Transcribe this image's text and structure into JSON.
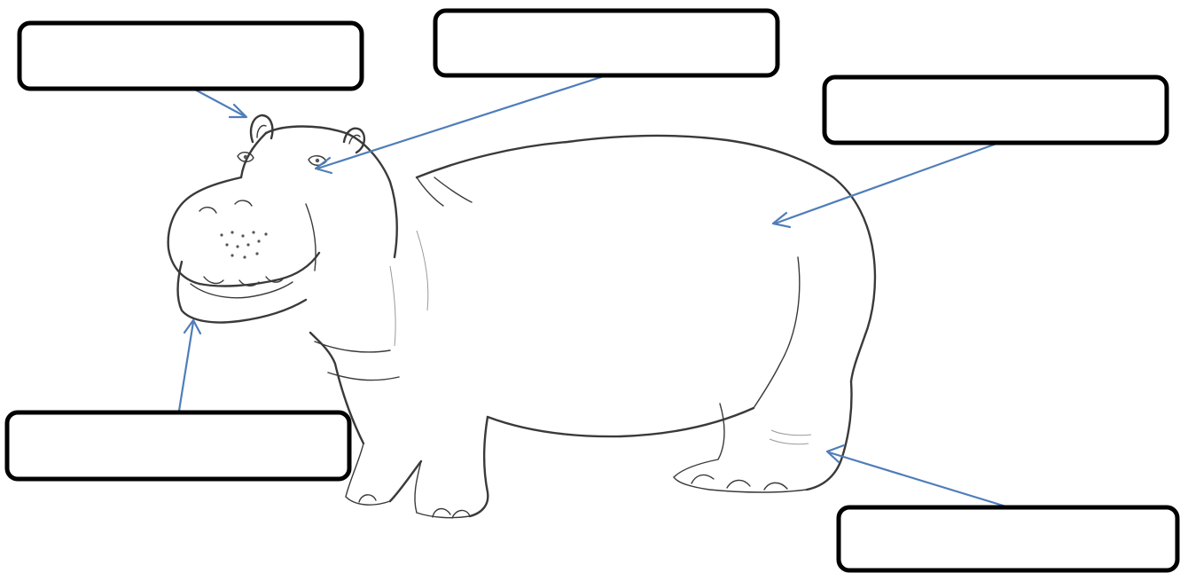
{
  "diagram": {
    "colors": {
      "arrow": "#4f7db9",
      "box_border": "#000000",
      "drawing_line": "#3a3a3a",
      "background": "#ffffff"
    },
    "labels": [
      {
        "id": "ear",
        "text": ""
      },
      {
        "id": "eye",
        "text": ""
      },
      {
        "id": "body",
        "text": ""
      },
      {
        "id": "mouth",
        "text": ""
      },
      {
        "id": "foot",
        "text": ""
      }
    ]
  }
}
